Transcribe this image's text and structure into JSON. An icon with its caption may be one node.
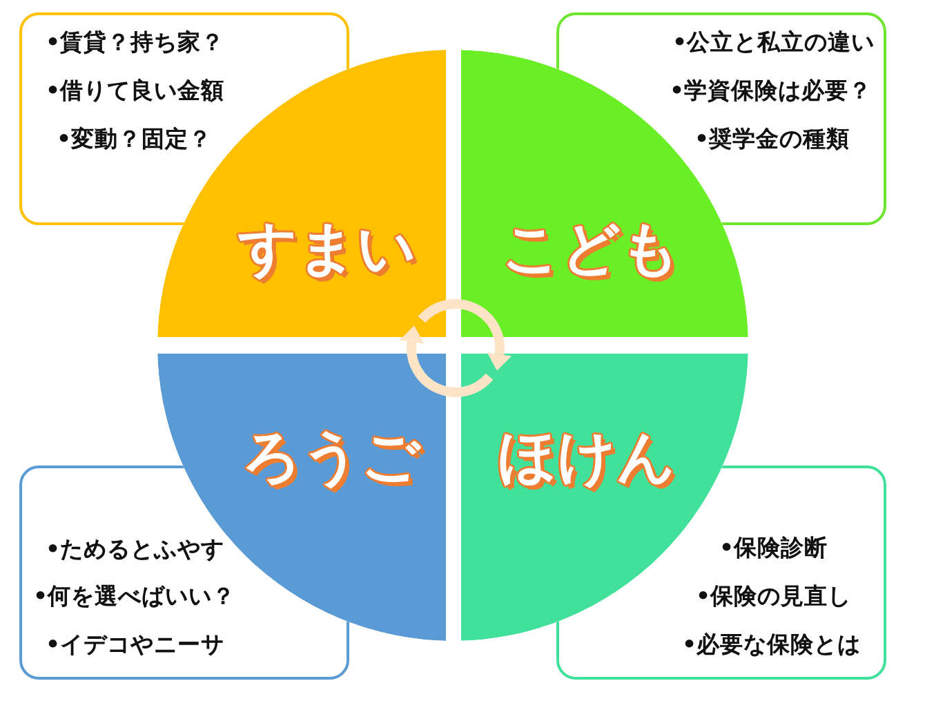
{
  "diagram": {
    "nodes": [
      {
        "text": [
          "•賃貸？持ち家？",
          "•借りて良い金額",
          "•変動？固定？"
        ]
      },
      {
        "text": [
          "•公立と私立の違い",
          "•学資保険は必要？",
          "•奨学金の種類"
        ]
      },
      {
        "text": [
          "すまい"
        ]
      },
      {
        "text": [
          "こども"
        ]
      },
      {
        "text": [
          "ろうご"
        ]
      },
      {
        "text": [
          "ほけん"
        ]
      },
      {
        "text": [
          "•ためるとふやす",
          "•何を選べばいい？",
          "•イデコやニーサ"
        ]
      },
      {
        "text": [
          "•保険診断",
          "•保険の見直し",
          "•必要な保険とは"
        ]
      }
    ]
  }
}
